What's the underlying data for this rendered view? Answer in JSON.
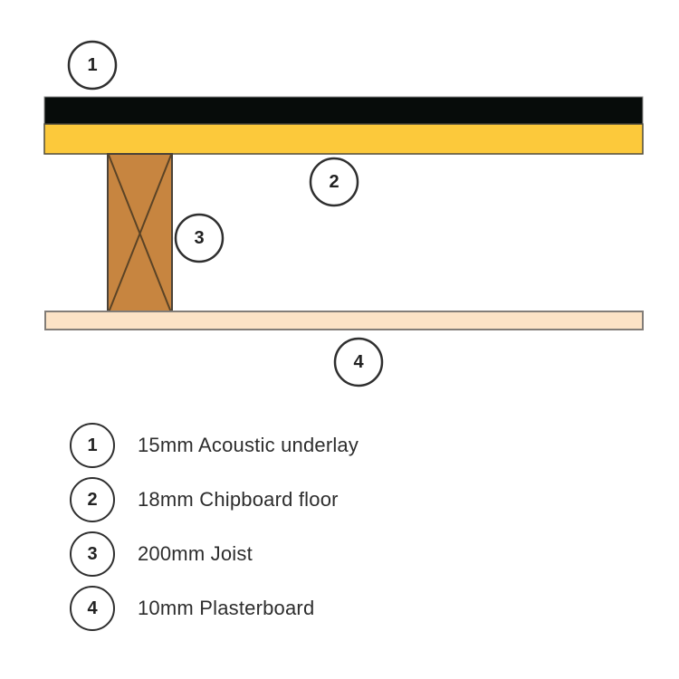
{
  "diagram": {
    "callouts": [
      {
        "number": "1",
        "target": "acoustic-underlay"
      },
      {
        "number": "2",
        "target": "chipboard-floor"
      },
      {
        "number": "3",
        "target": "joist"
      },
      {
        "number": "4",
        "target": "plasterboard"
      }
    ]
  },
  "legend": {
    "items": [
      {
        "number": "1",
        "label": "15mm Acoustic underlay"
      },
      {
        "number": "2",
        "label": "18mm Chipboard floor"
      },
      {
        "number": "3",
        "label": "200mm Joist"
      },
      {
        "number": "4",
        "label": "10mm Plasterboard"
      }
    ]
  },
  "colors": {
    "underlay": "#070c0a",
    "chipboard": "#fcc93b",
    "joist": "#c78540",
    "plasterboard": "#fce3c6",
    "outline": "#2f2f2f"
  }
}
